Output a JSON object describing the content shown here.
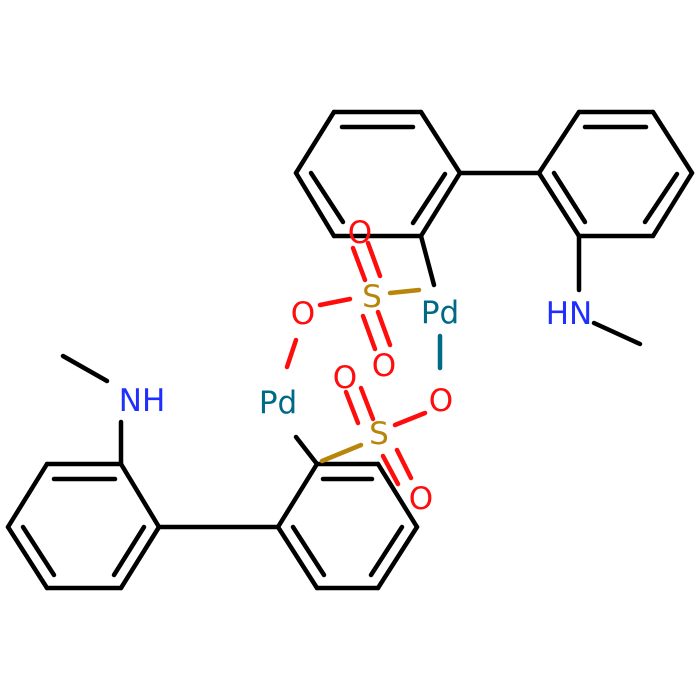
{
  "colors": {
    "bond": "#000000",
    "oxygen": "#ff0d0d",
    "sulfur": "#b8860b",
    "palladium": "#006985",
    "nitrogen": "#1f2fff",
    "background": "#ffffff"
  },
  "atoms": {
    "pd_top": "Pd",
    "pd_bottom": "Pd",
    "s_top": "S",
    "s_bottom": "S",
    "o_top_up": "O",
    "o_top_left": "O",
    "o_top_down": "O",
    "o_bottom_up": "O",
    "o_bottom_right": "O",
    "o_bottom_down": "O",
    "nh_top": "HN",
    "nh_bottom": "NH"
  }
}
